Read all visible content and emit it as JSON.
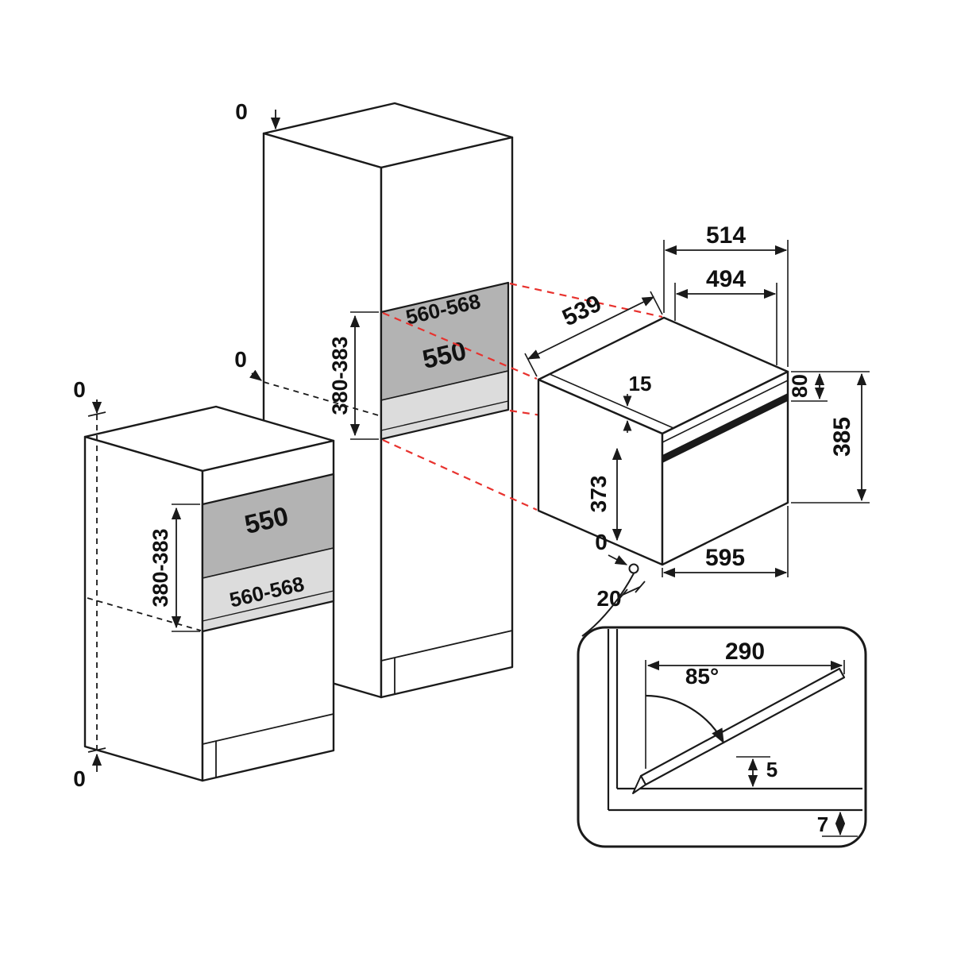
{
  "colors": {
    "line": "#1a1a1a",
    "accent_red": "#e8322e",
    "niche_back": "#b3b3b3",
    "niche_floor": "#dcdcdc"
  },
  "tall_cabinet": {
    "zero_top": "0",
    "zero_side": "0",
    "niche_width_range": "560-568",
    "niche_width": "550",
    "niche_height_range": "380-383"
  },
  "base_cabinet": {
    "zero_top": "0",
    "zero_bottom": "0",
    "niche_width": "550",
    "niche_width_range": "560-568",
    "niche_height_range": "380-383"
  },
  "oven": {
    "depth": "539",
    "outer_width": "514",
    "inner_width": "494",
    "top_inset": "15",
    "panel_height": "80",
    "total_height": "385",
    "door_height": "373",
    "front_width": "595",
    "zero_front": "0",
    "rear_gap": "20"
  },
  "door_detail": {
    "door_depth_open": "290",
    "opening_angle": "85°",
    "clearance_top": "5",
    "clearance_bottom": "7"
  }
}
